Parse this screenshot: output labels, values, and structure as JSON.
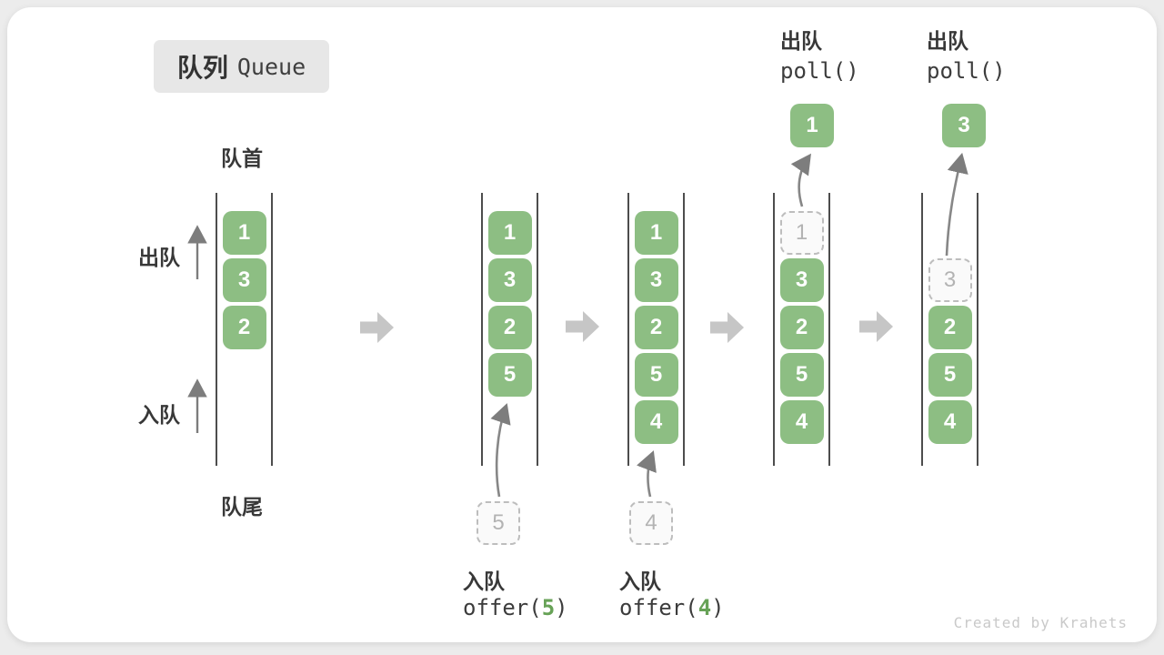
{
  "title": {
    "zh": "队列",
    "en": "Queue"
  },
  "side_labels": {
    "front": "队首",
    "rear": "队尾",
    "dequeue": "出队",
    "enqueue": "入队"
  },
  "credit": "Created by Krahets",
  "colors": {
    "item_green": "#8dbe83",
    "code_arg_green": "#67a257",
    "flow_arrow_gray": "#c6c6c6",
    "dashed_border": "#bdbdbd",
    "dashed_text": "#b3b3b3",
    "rail": "#4d4d4d",
    "text_dark": "#383838",
    "badge_bg": "#e7e7e7",
    "credit_text": "#c9c9c9"
  },
  "columns": [
    {
      "name": "state-initial",
      "slots": [
        {
          "value": "1",
          "style": "green"
        },
        {
          "value": "3",
          "style": "green"
        },
        {
          "value": "2",
          "style": "green"
        }
      ]
    },
    {
      "name": "state-after-offer-5",
      "slots": [
        {
          "value": "1",
          "style": "green"
        },
        {
          "value": "3",
          "style": "green"
        },
        {
          "value": "2",
          "style": "green"
        },
        {
          "value": "5",
          "style": "green"
        }
      ],
      "incoming": {
        "value": "5"
      },
      "op_bottom": {
        "label": "入队",
        "code": [
          "offer(",
          "5",
          ")"
        ]
      }
    },
    {
      "name": "state-after-offer-4",
      "slots": [
        {
          "value": "1",
          "style": "green"
        },
        {
          "value": "3",
          "style": "green"
        },
        {
          "value": "2",
          "style": "green"
        },
        {
          "value": "5",
          "style": "green"
        },
        {
          "value": "4",
          "style": "green"
        }
      ],
      "incoming": {
        "value": "4"
      },
      "op_bottom": {
        "label": "入队",
        "code": [
          "offer(",
          "4",
          ")"
        ]
      }
    },
    {
      "name": "state-after-poll-1",
      "slots": [
        {
          "value": "1",
          "style": "dashed"
        },
        {
          "value": "3",
          "style": "green"
        },
        {
          "value": "2",
          "style": "green"
        },
        {
          "value": "5",
          "style": "green"
        },
        {
          "value": "4",
          "style": "green"
        }
      ],
      "popped": {
        "value": "1"
      },
      "op_top": {
        "label": "出队",
        "code": "poll()"
      }
    },
    {
      "name": "state-after-poll-3",
      "slots": [
        {
          "value": "",
          "style": "empty"
        },
        {
          "value": "3",
          "style": "dashed"
        },
        {
          "value": "2",
          "style": "green"
        },
        {
          "value": "5",
          "style": "green"
        },
        {
          "value": "4",
          "style": "green"
        }
      ],
      "popped": {
        "value": "3"
      },
      "op_top": {
        "label": "出队",
        "code": "poll()"
      }
    }
  ]
}
